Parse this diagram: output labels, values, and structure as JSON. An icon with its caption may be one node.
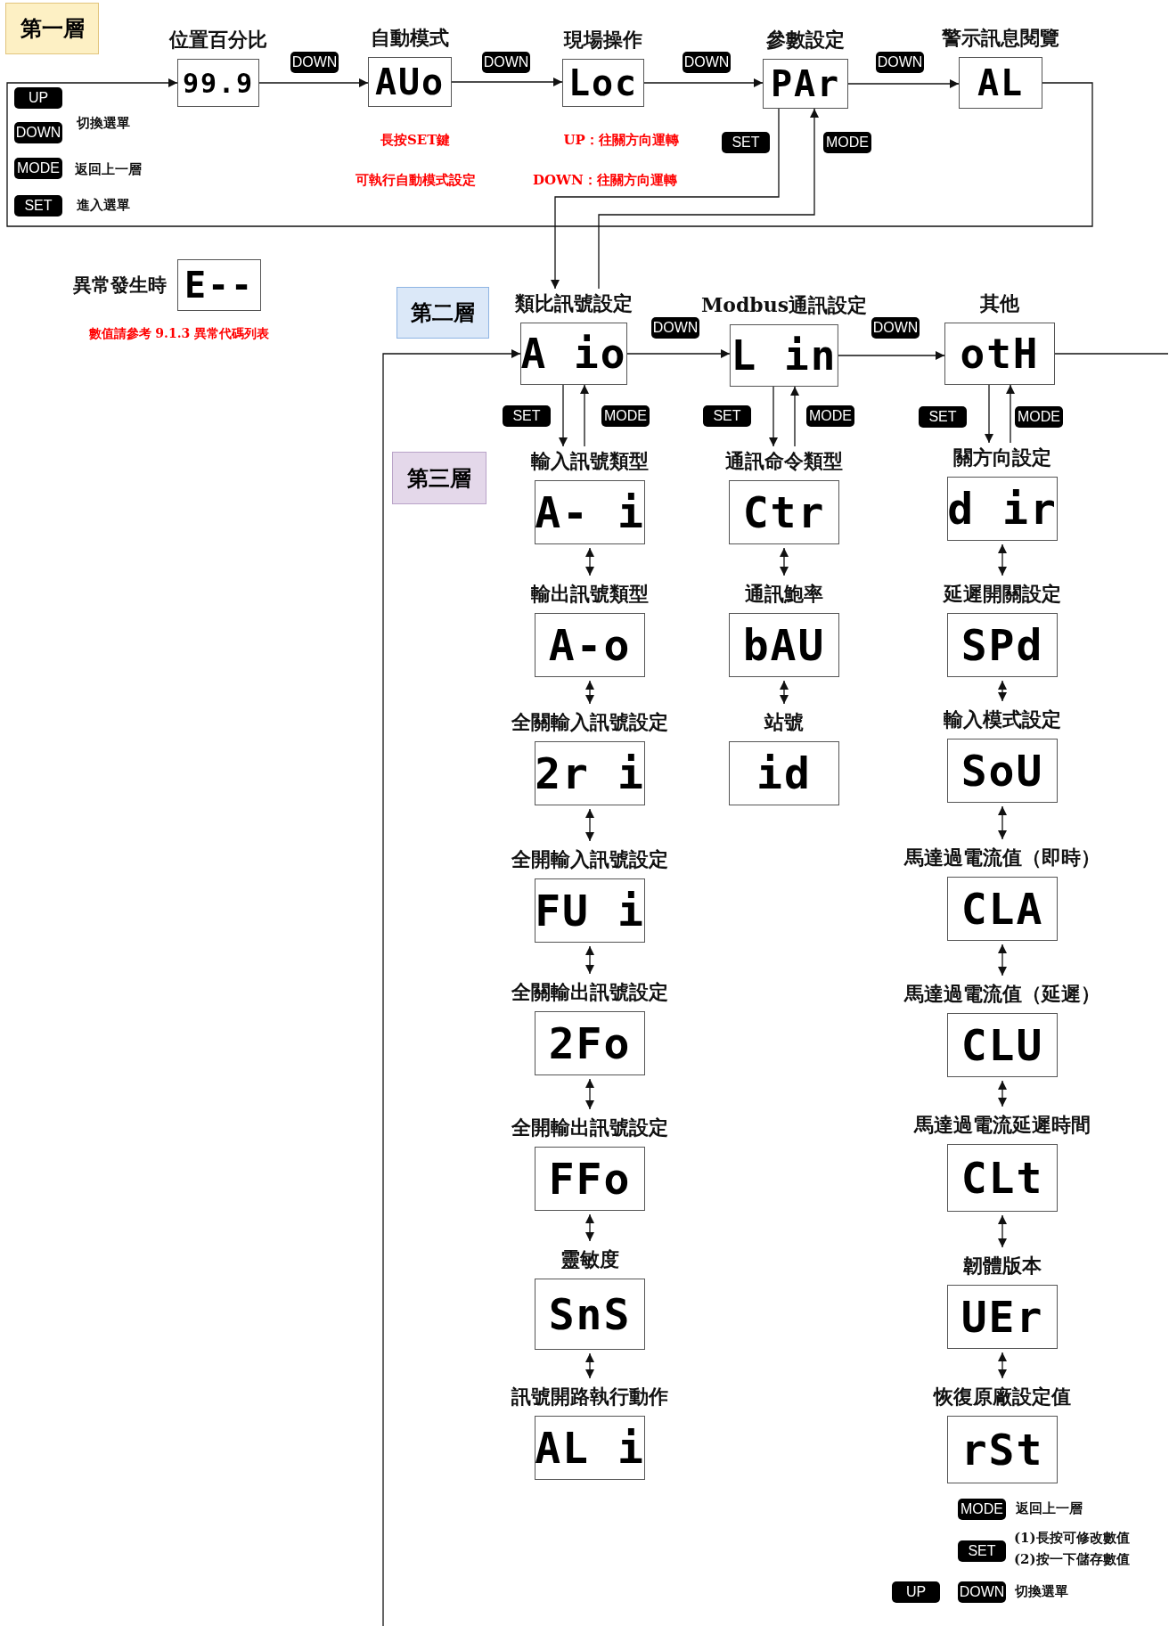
{
  "diagram": {
    "nodes": [
      {
        "text": [
          "第一層"
        ]
      },
      {
        "text": [
          "位置百分比",
          "99.9"
        ]
      },
      {
        "text": [
          "自動模式",
          "AUo"
        ]
      },
      {
        "text": [
          "現場操作",
          "Loc"
        ]
      },
      {
        "text": [
          "參數設定",
          "PAr"
        ]
      },
      {
        "text": [
          "警示訊息閱覽",
          "AL"
        ]
      },
      {
        "text": [
          "異常發生時",
          "E--"
        ]
      },
      {
        "text": [
          "第二層"
        ]
      },
      {
        "text": [
          "類比訊號設定",
          "A io"
        ]
      },
      {
        "text": [
          "Modbus通訊設定",
          "L in"
        ]
      },
      {
        "text": [
          "其他",
          "otH"
        ]
      },
      {
        "text": [
          "第三層"
        ]
      },
      {
        "text": [
          "輸入訊號類型",
          "A- i"
        ]
      },
      {
        "text": [
          "輸出訊號類型",
          "A-o"
        ]
      },
      {
        "text": [
          "全關輸入訊號設定",
          "2r i"
        ]
      },
      {
        "text": [
          "全開輸入訊號設定",
          "FU i"
        ]
      },
      {
        "text": [
          "全關輸出訊號設定",
          "2Fo"
        ]
      },
      {
        "text": [
          "全開輸出訊號設定",
          "FFo"
        ]
      },
      {
        "text": [
          "靈敏度",
          "SnS"
        ]
      },
      {
        "text": [
          "訊號開路執行動作",
          "AL i"
        ]
      },
      {
        "text": [
          "通訊命令類型",
          "Ctr"
        ]
      },
      {
        "text": [
          "通訊鮑率",
          "bAU"
        ]
      },
      {
        "text": [
          "站號",
          "id"
        ]
      },
      {
        "text": [
          "關方向設定",
          "d ir"
        ]
      },
      {
        "text": [
          "延遲開關設定",
          "SPd"
        ]
      },
      {
        "text": [
          "輸入模式設定",
          "SoU"
        ]
      },
      {
        "text": [
          "馬達過電流值（即時）",
          "CLA"
        ]
      },
      {
        "text": [
          "馬達過電流值（延遲）",
          "CLU"
        ]
      },
      {
        "text": [
          "馬達過電流延遲時間",
          "CLt"
        ]
      },
      {
        "text": [
          "韌體版本",
          "UEr"
        ]
      },
      {
        "text": [
          "恢復原廠設定值",
          "rSt"
        ]
      }
    ],
    "edges": [
      {
        "from": 1,
        "to": 2,
        "arrow": "to",
        "label": "DOWN"
      },
      {
        "from": 2,
        "to": 3,
        "arrow": "to",
        "label": "DOWN"
      },
      {
        "from": 3,
        "to": 4,
        "arrow": "to",
        "label": "DOWN"
      },
      {
        "from": 4,
        "to": 5,
        "arrow": "to",
        "label": "DOWN"
      },
      {
        "from": 5,
        "to": 1,
        "arrow": "to"
      },
      {
        "from": 4,
        "to": 8,
        "arrow": "to",
        "label": "SET"
      },
      {
        "from": 8,
        "to": 4,
        "arrow": "to",
        "label": "MODE"
      },
      {
        "from": 8,
        "to": 9,
        "arrow": "to",
        "label": "DOWN"
      },
      {
        "from": 9,
        "to": 10,
        "arrow": "to",
        "label": "DOWN"
      },
      {
        "from": 10,
        "to": null,
        "arrow": "none"
      },
      {
        "from": null,
        "to": 8,
        "arrow": "to"
      },
      {
        "from": 8,
        "to": 12,
        "arrow": "to",
        "label": "SET"
      },
      {
        "from": 12,
        "to": 8,
        "arrow": "to",
        "label": "MODE"
      },
      {
        "from": 9,
        "to": 20,
        "arrow": "to",
        "label": "SET"
      },
      {
        "from": 20,
        "to": 9,
        "arrow": "to",
        "label": "MODE"
      },
      {
        "from": 10,
        "to": 23,
        "arrow": "to",
        "label": "SET"
      },
      {
        "from": 23,
        "to": 10,
        "arrow": "to",
        "label": "MODE"
      },
      {
        "from": 12,
        "to": 13,
        "arrow": "both"
      },
      {
        "from": 13,
        "to": 14,
        "arrow": "both"
      },
      {
        "from": 14,
        "to": 15,
        "arrow": "both"
      },
      {
        "from": 15,
        "to": 16,
        "arrow": "both"
      },
      {
        "from": 16,
        "to": 17,
        "arrow": "both"
      },
      {
        "from": 17,
        "to": 18,
        "arrow": "both"
      },
      {
        "from": 18,
        "to": 19,
        "arrow": "both"
      },
      {
        "from": 20,
        "to": 21,
        "arrow": "both"
      },
      {
        "from": 21,
        "to": 22,
        "arrow": "both"
      },
      {
        "from": 23,
        "to": 24,
        "arrow": "both"
      },
      {
        "from": 24,
        "to": 25,
        "arrow": "both"
      },
      {
        "from": 25,
        "to": 26,
        "arrow": "both"
      },
      {
        "from": 26,
        "to": 27,
        "arrow": "both"
      },
      {
        "from": 27,
        "to": 28,
        "arrow": "both"
      },
      {
        "from": 28,
        "to": 29,
        "arrow": "both"
      },
      {
        "from": 29,
        "to": 30,
        "arrow": "both"
      }
    ],
    "labels": [
      "UP",
      "DOWN",
      "切換選單",
      "MODE",
      "返回上一層",
      "SET",
      "進入選單",
      "長按SET鍵",
      "UP：往關方向運轉",
      "可執行自動模式設定",
      "DOWN：往關方向運轉",
      "數值請參考 9.1.3 異常代碼列表",
      "MODE",
      "返回上一層",
      "SET",
      "(1)長按可修改數值",
      "(2)按一下儲存數值",
      "UP",
      "DOWN",
      "切換選單"
    ]
  }
}
